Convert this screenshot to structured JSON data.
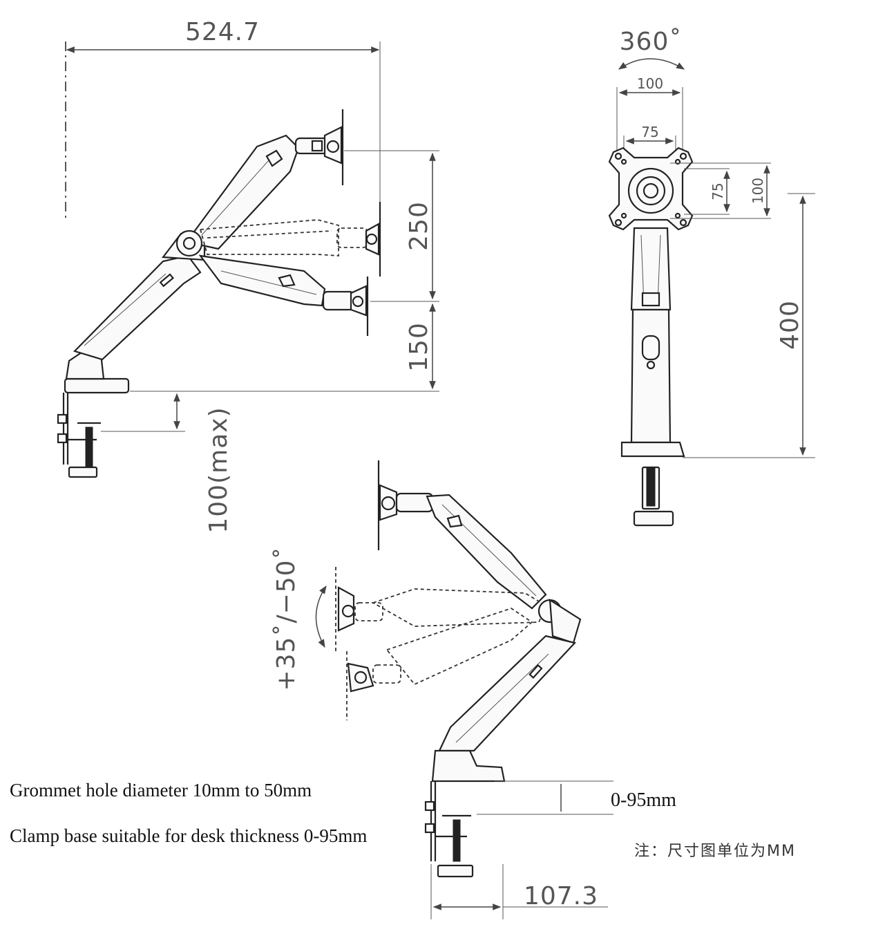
{
  "dimensions": {
    "overall_width": "524.7",
    "vertical_range_upper": "250",
    "vertical_range_lower": "150",
    "clamp_depth_max": "100(max)",
    "rotation": "360˚",
    "vesa_horizontal_outer": "100",
    "vesa_horizontal_inner": "75",
    "vesa_vertical_inner": "75",
    "vesa_vertical_outer": "100",
    "pole_height": "400",
    "tilt_range": "+35˚/−50˚",
    "desk_thickness": "0-95mm",
    "clamp_offset": "107.3"
  },
  "notes": {
    "grommet": "Grommet hole diameter 10mm to 50mm",
    "clamp": "Clamp base suitable for desk thickness 0-95mm",
    "unit_note": "注：尺寸图单位为MM"
  },
  "colors": {
    "line": "#222222",
    "dimension_text": "#555555"
  }
}
